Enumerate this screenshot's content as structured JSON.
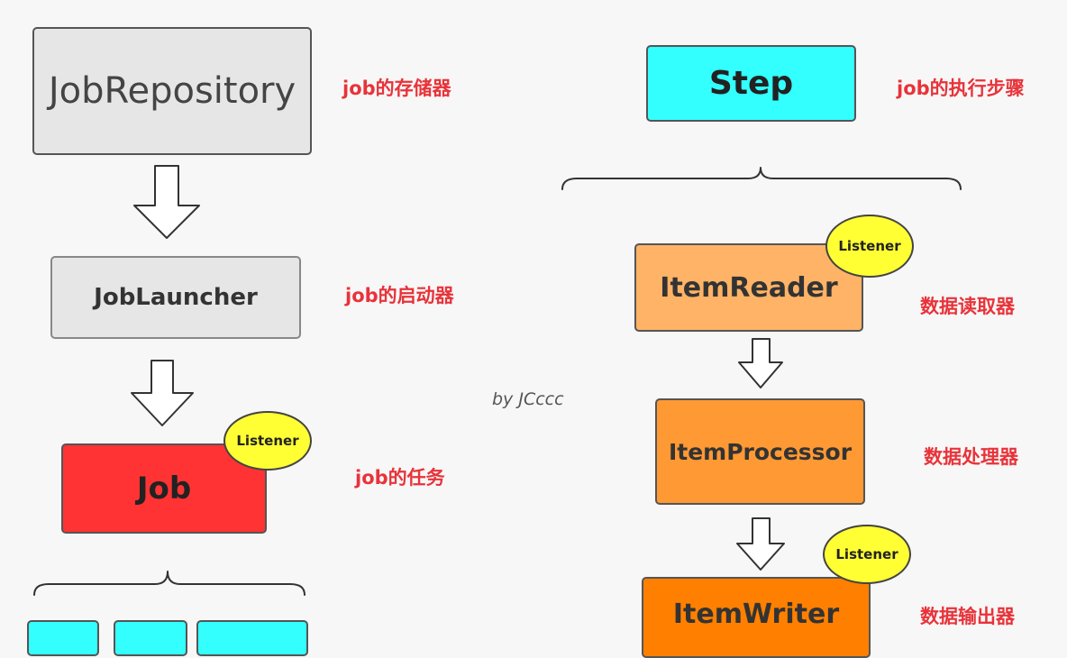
{
  "left": {
    "repository": {
      "text": "JobRepository",
      "label": "job的存储器"
    },
    "launcher": {
      "text": "JobLauncher",
      "label": "job的启动器"
    },
    "job": {
      "text": "Job",
      "label": "job的任务",
      "listener": "Listener"
    }
  },
  "right": {
    "step": {
      "text": "Step",
      "label": "job的执行步骤"
    },
    "reader": {
      "text": "ItemReader",
      "label": "数据读取器",
      "listener": "Listener"
    },
    "processor": {
      "text": "ItemProcessor",
      "label": "数据处理器"
    },
    "writer": {
      "text": "ItemWriter",
      "label": "数据输出器",
      "listener": "Listener"
    }
  },
  "byline": "by JCccc",
  "colors": {
    "repository": "#e6e6e6",
    "launcher": "#e6e6e6",
    "job": "#ff3333",
    "step": "#33ffff",
    "reader": "#ffb366",
    "processor": "#ff9933",
    "writer": "#ff8000",
    "listener": "#ffff33",
    "label": "#e8333a"
  }
}
